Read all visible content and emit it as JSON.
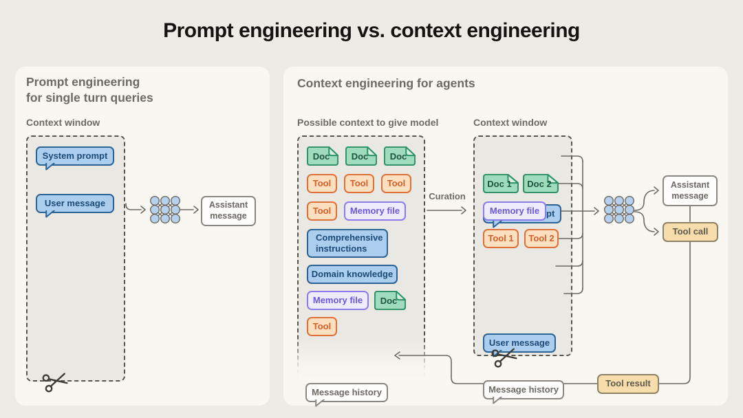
{
  "title": "Prompt engineering vs. context engineering",
  "left": {
    "heading": [
      "Prompt engineering",
      "for single turn queries"
    ],
    "context_window_label": "Context window",
    "system_prompt": "System prompt",
    "user_message": "User message",
    "assistant_message": "Assistant message"
  },
  "right": {
    "heading": "Context engineering for agents",
    "possible_label": "Possible context to give model",
    "curation_label": "Curation",
    "context_window_label": "Context window",
    "possible": {
      "doc": "Doc",
      "tool": "Tool",
      "memory_file": "Memory file",
      "comprehensive_instructions": "Comprehensive instructions",
      "domain_knowledge": "Domain knowledge",
      "message_history": "Message history"
    },
    "window": {
      "system_prompt": "System prompt",
      "doc1": "Doc 1",
      "doc2": "Doc 2",
      "memory_file": "Memory file",
      "tool1": "Tool 1",
      "tool2": "Tool 2",
      "user_message": "User message",
      "message_history": "Message history"
    },
    "outputs": {
      "assistant_message": "Assistant message",
      "tool_call": "Tool call",
      "tool_result": "Tool result"
    }
  },
  "icons": {
    "scissors": "scissors-icon",
    "network": "neural-network-icon",
    "document": "document-icon",
    "speech_bubble": "speech-bubble-tail"
  },
  "colors": {
    "page_bg": "#ecebe5",
    "panel_bg": "#f8f7f2",
    "container_fill": "#eae8e2",
    "dash_border": "#57544e",
    "line": "#6b6862",
    "blue_fill": "#abceee",
    "blue_border": "#2d6294",
    "blue_text": "#1c4a76",
    "green_fill": "#9edcbd",
    "green_border": "#2f8f66",
    "green_text": "#1d5440",
    "orange_fill": "#fbdfbf",
    "orange_border": "#df7039",
    "orange_text": "#d55f28",
    "purple_fill": "#eeecfc",
    "purple_border": "#8b7ceb",
    "purple_text": "#6a58d8",
    "neutral_fill": "#fdfdfb",
    "neutral_border": "#8a8781",
    "neutral_text": "#6d6a64",
    "tan_fill": "#f6ddab",
    "tan_border": "#8c8164",
    "tan_text": "#5d594e",
    "net_node_blue": "#b7d0ee",
    "net_node_lavender": "#dfdef6",
    "net_node_green": "#a5dcc0",
    "net_node_orange": "#f3d7a1",
    "title_text": "#161411",
    "heading_text": "#6d6a64"
  }
}
